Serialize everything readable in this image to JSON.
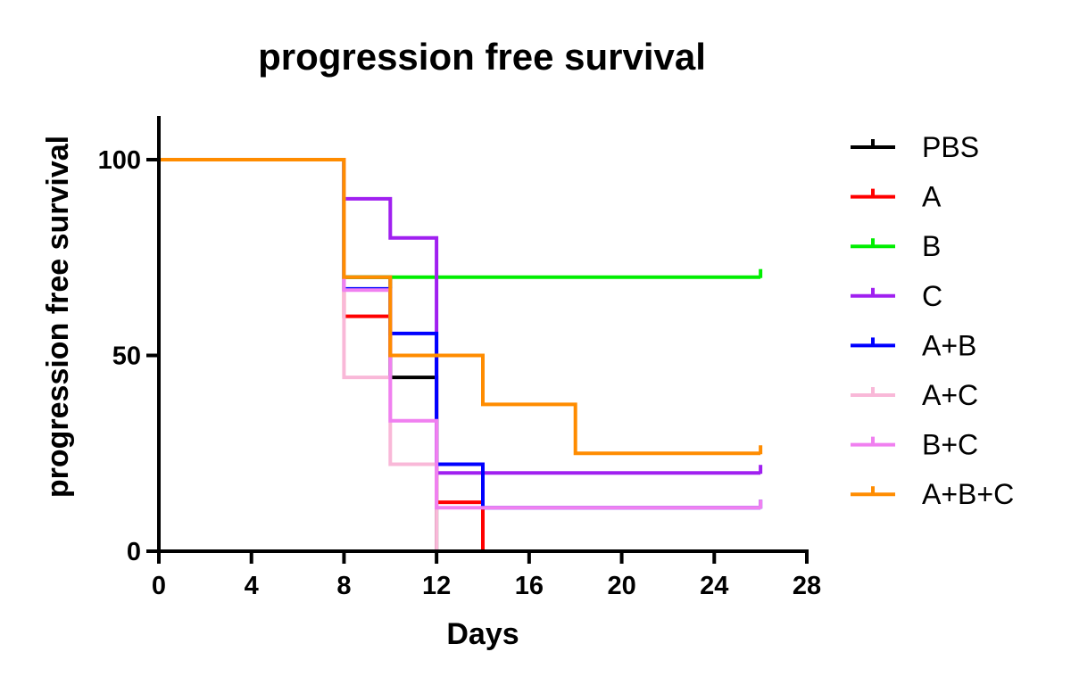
{
  "chart_data": {
    "type": "line",
    "title": "progression free survival",
    "xlabel": "Days",
    "ylabel": "progression free survival",
    "xlim": [
      0,
      28
    ],
    "ylim": [
      0,
      110
    ],
    "xticks": [
      "0",
      "4",
      "8",
      "12",
      "16",
      "20",
      "24",
      "28"
    ],
    "yticks": [
      "0",
      "50",
      "100"
    ],
    "grid": false,
    "legend": "right",
    "step": true,
    "series": [
      {
        "name": "PBS",
        "color": "#000000",
        "points": [
          [
            0,
            100
          ],
          [
            8,
            100
          ],
          [
            8,
            70
          ],
          [
            10,
            70
          ],
          [
            10,
            44.4
          ],
          [
            12,
            44.4
          ],
          [
            12,
            0
          ]
        ]
      },
      {
        "name": "A",
        "color": "#ff0000",
        "points": [
          [
            0,
            100
          ],
          [
            8,
            100
          ],
          [
            8,
            60
          ],
          [
            10,
            60
          ],
          [
            10,
            50
          ],
          [
            12,
            50
          ],
          [
            12,
            12.5
          ],
          [
            14,
            12.5
          ],
          [
            14,
            0
          ]
        ]
      },
      {
        "name": "B",
        "color": "#00ee00",
        "points": [
          [
            0,
            100
          ],
          [
            8,
            100
          ],
          [
            8,
            70
          ],
          [
            26,
            70
          ]
        ],
        "censor": [
          26
        ]
      },
      {
        "name": "C",
        "color": "#a020f0",
        "points": [
          [
            0,
            100
          ],
          [
            8,
            100
          ],
          [
            8,
            90
          ],
          [
            10,
            90
          ],
          [
            10,
            80
          ],
          [
            12,
            80
          ],
          [
            12,
            20
          ],
          [
            26,
            20
          ]
        ],
        "censor": [
          26
        ]
      },
      {
        "name": "A+B",
        "color": "#0000ff",
        "points": [
          [
            0,
            100
          ],
          [
            8,
            100
          ],
          [
            8,
            67
          ],
          [
            10,
            67
          ],
          [
            10,
            55.6
          ],
          [
            12,
            55.6
          ],
          [
            12,
            22.2
          ],
          [
            14,
            22.2
          ],
          [
            14,
            11.1
          ],
          [
            26,
            11.1
          ]
        ],
        "censor": [
          26
        ]
      },
      {
        "name": "A+C",
        "color": "#f9b8d8",
        "points": [
          [
            0,
            100
          ],
          [
            8,
            100
          ],
          [
            8,
            44.4
          ],
          [
            10,
            44.4
          ],
          [
            10,
            22.2
          ],
          [
            12,
            22.2
          ],
          [
            12,
            0
          ]
        ]
      },
      {
        "name": "B+C",
        "color": "#f080f0",
        "points": [
          [
            0,
            100
          ],
          [
            8,
            100
          ],
          [
            8,
            66.7
          ],
          [
            10,
            66.7
          ],
          [
            10,
            33.3
          ],
          [
            12,
            33.3
          ],
          [
            12,
            11.1
          ],
          [
            26,
            11.1
          ]
        ],
        "censor": [
          26
        ]
      },
      {
        "name": "A+B+C",
        "color": "#ff8c00",
        "points": [
          [
            0,
            100
          ],
          [
            8,
            100
          ],
          [
            8,
            70
          ],
          [
            10,
            70
          ],
          [
            10,
            50
          ],
          [
            14,
            50
          ],
          [
            14,
            37.5
          ],
          [
            18,
            37.5
          ],
          [
            18,
            25
          ],
          [
            26,
            25
          ]
        ],
        "censor": [
          26
        ]
      }
    ]
  }
}
